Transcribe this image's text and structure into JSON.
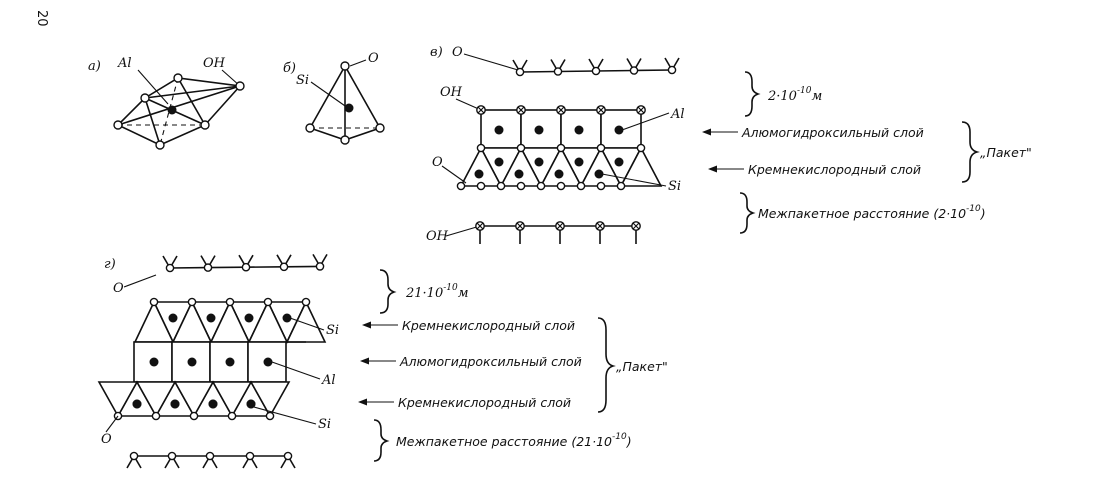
{
  "page_number": "20",
  "panels": {
    "a": {
      "letter": "а)",
      "al": "Al",
      "oh": "OH"
    },
    "b": {
      "letter": "б)",
      "si": "Si",
      "o": "O"
    },
    "v": {
      "letter": "в)",
      "o_top": "O",
      "oh_top": "OH",
      "al": "Al",
      "o_mid": "O",
      "si": "Si",
      "oh_bottom": "OH",
      "dim_top": "2·10",
      "dim_top_exp": "-10",
      "dim_top_unit": "м",
      "layer_al": "Алюмогидроксильный слой",
      "layer_si": "Кремнекислородный слой",
      "package": "„Пакет\"",
      "interpacket": "Межпакетное расстояние (2·10",
      "interpacket_exp": "-10",
      "interpacket_close": ")"
    },
    "g": {
      "letter": "г)",
      "o_top": "O",
      "si_top": "Si",
      "al": "Al",
      "si_bottom": "Si",
      "o_bottom": "O",
      "dim_top": "21·10",
      "dim_top_exp": "-10",
      "dim_top_unit": "м",
      "layer_si_top": "Кремнекислородный слой",
      "layer_al": "Алюмогидроксильный слой",
      "layer_si_bottom": "Кремнекислородный слой",
      "package": "„Пакет\"",
      "interpacket": "Межпакетное расстояние (21·10",
      "interpacket_exp": "-10",
      "interpacket_close": ")"
    }
  }
}
